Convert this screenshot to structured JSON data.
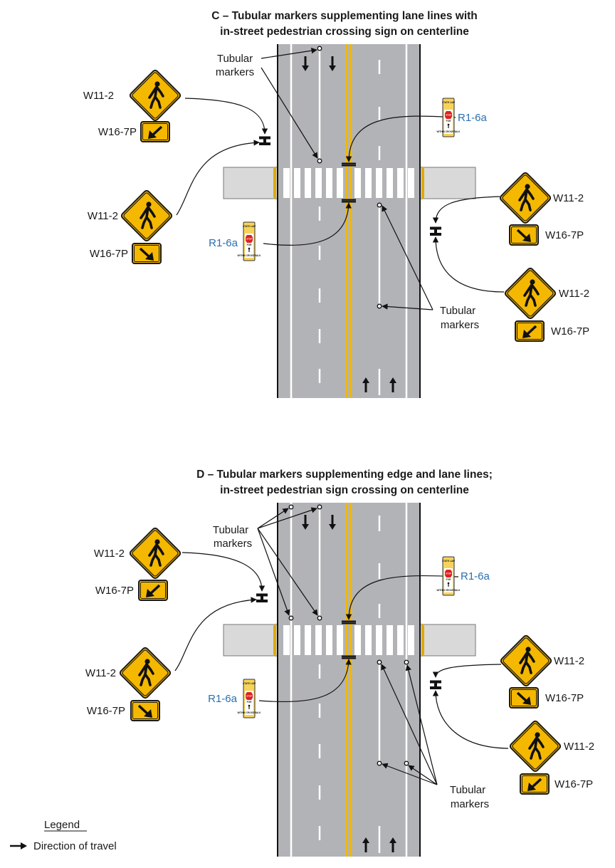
{
  "panel_c": {
    "title_line1": "C – Tubular markers supplementing lane lines with",
    "title_line2": "in-street pedestrian crossing sign on centerline",
    "tubular_upper": "Tubular",
    "markers_upper": "markers",
    "tubular_lower": "Tubular",
    "markers_lower": "markers"
  },
  "panel_d": {
    "title_line1": "D – Tubular markers supplementing edge and lane lines;",
    "title_line2": "in-street pedestrian sign crossing on centerline",
    "tubular_upper": "Tubular",
    "markers_upper": "markers",
    "tubular_lower": "Tubular",
    "markers_lower": "markers"
  },
  "signs": {
    "w11_2": "W11-2",
    "w16_7p": "W16-7P",
    "r1_6a": "R1-6a",
    "instreet_top": "STATE LAW",
    "instreet_stop": "STOP",
    "instreet_for": "FOR",
    "instreet_bottom": "WITHIN CROSSWALK"
  },
  "legend": {
    "heading": "Legend",
    "item": "Direction of travel"
  },
  "colors": {
    "road": "#b2b3b6",
    "centerline": "#f2b705",
    "sign_yellow": "#f5b800",
    "sidewalk": "#d9d9d9",
    "blue_label": "#2a6fb0"
  }
}
